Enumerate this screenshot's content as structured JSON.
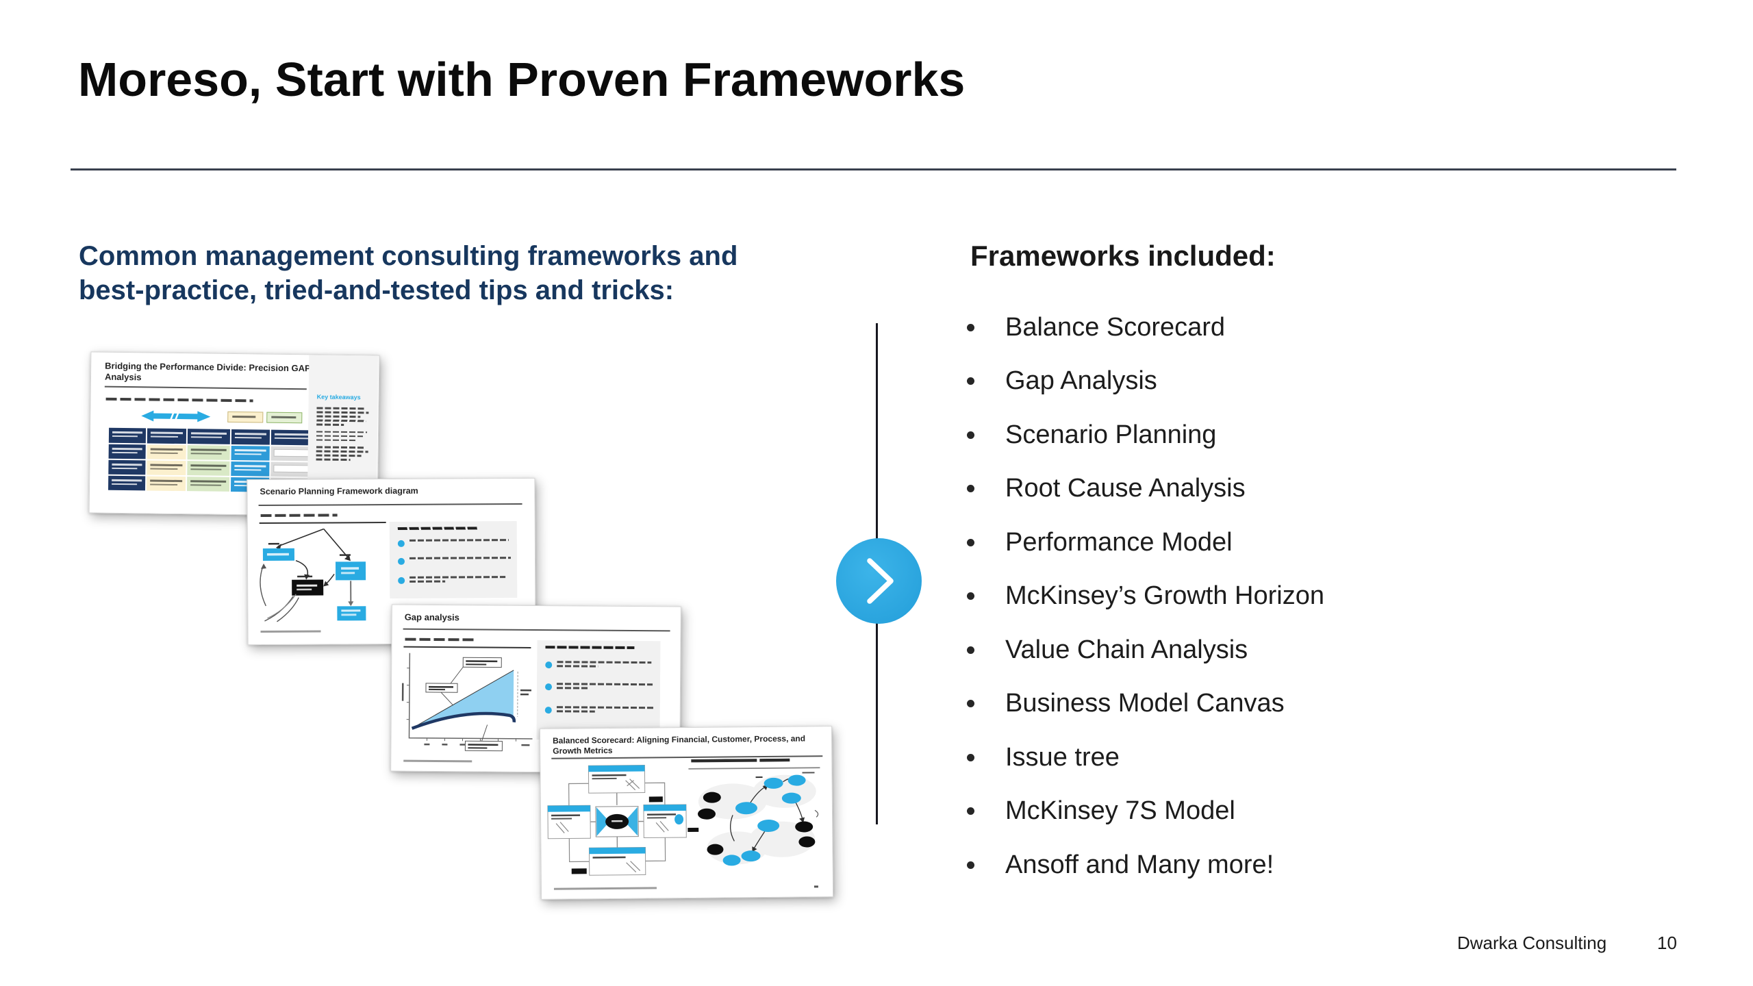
{
  "title": "Moreso, Start with Proven Frameworks",
  "intro": {
    "line1": "Common management consulting frameworks and",
    "line2": "best-practice, tried-and-tested tips and tricks:"
  },
  "frameworks_heading": "Frameworks included:",
  "frameworks": [
    "Balance Scorecard",
    "Gap Analysis",
    "Scenario Planning",
    "Root Cause Analysis",
    "Performance Model",
    "McKinsey’s Growth Horizon",
    "Value Chain Analysis",
    "Business Model Canvas",
    "Issue tree",
    "McKinsey 7S Model",
    "Ansoff and Many more!"
  ],
  "thumbnails": {
    "t1": {
      "title": "Bridging the Performance Divide: Precision GAP Analysis",
      "sidebar_label": "Key takeaways"
    },
    "t2": {
      "title": "Scenario Planning Framework diagram"
    },
    "t3": {
      "title": "Gap analysis"
    },
    "t4": {
      "title": "Balanced Scorecard: Aligning Financial, Customer, Process, and Growth Metrics"
    }
  },
  "footer": {
    "company": "Dwarka Consulting",
    "page": "10"
  },
  "colors": {
    "accent_blue": "#29ABE2",
    "heading_navy": "#17375E",
    "table_navy": "#1F3864",
    "table_cream": "#FBF0CE",
    "table_green": "#D9E9C6",
    "table_blue": "#2E9BD8",
    "table_gray": "#DCDCDC"
  }
}
